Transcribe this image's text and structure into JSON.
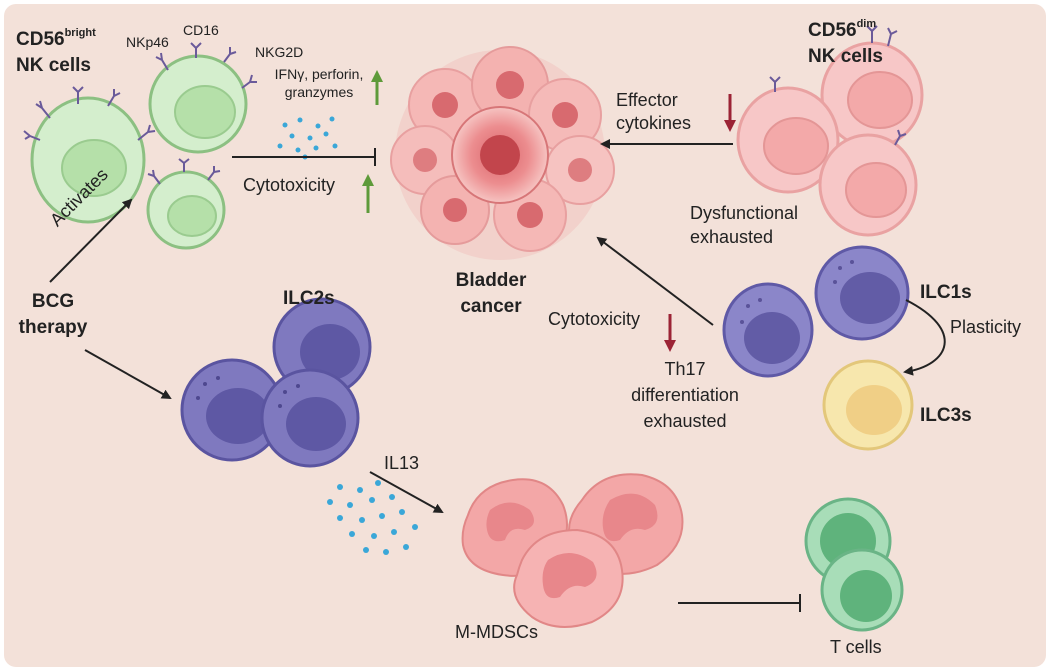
{
  "nk_bright": {
    "title_main": "CD56",
    "title_sup": "bright",
    "title_line2": "NK cells",
    "receptors": [
      "NKp46",
      "CD16",
      "NKG2D"
    ],
    "secretion": [
      "IFNγ, perforin,",
      "granzymes"
    ],
    "cytotoxicity": "Cytotoxicity"
  },
  "nk_dim": {
    "title_main": "CD56",
    "title_sup": "dim",
    "title_line2": "NK cells",
    "effector": [
      "Effector",
      "cytokines"
    ],
    "status": [
      "Dysfunctional",
      "exhausted"
    ]
  },
  "tumor": {
    "label": [
      "Bladder",
      "cancer"
    ]
  },
  "bcg": {
    "label": [
      "BCG",
      "therapy"
    ],
    "activates": "Activates"
  },
  "ilc2": {
    "label": "ILC2s",
    "il13": "IL13"
  },
  "ilc1": {
    "label": "ILC1s",
    "cytotoxicity": "Cytotoxicity",
    "status": [
      "Th17",
      "differentiation",
      "exhausted"
    ],
    "plasticity": "Plasticity"
  },
  "ilc3": {
    "label": "ILC3s"
  },
  "mdsc": {
    "label": "M-MDSCs"
  },
  "tcells": {
    "label": "T cells"
  },
  "colors": {
    "background": "#f3e1d9",
    "nk_green": "#d4eecd",
    "nk_pink": "#f4b8b8",
    "ilc_purple": "#7f79bf",
    "ilc3_yellow": "#f7e7ad",
    "tcell_green": "#8ecfa4",
    "up_arrow": "#5e9a3a",
    "down_arrow": "#9b2335",
    "dots": "#3aa7d8"
  }
}
